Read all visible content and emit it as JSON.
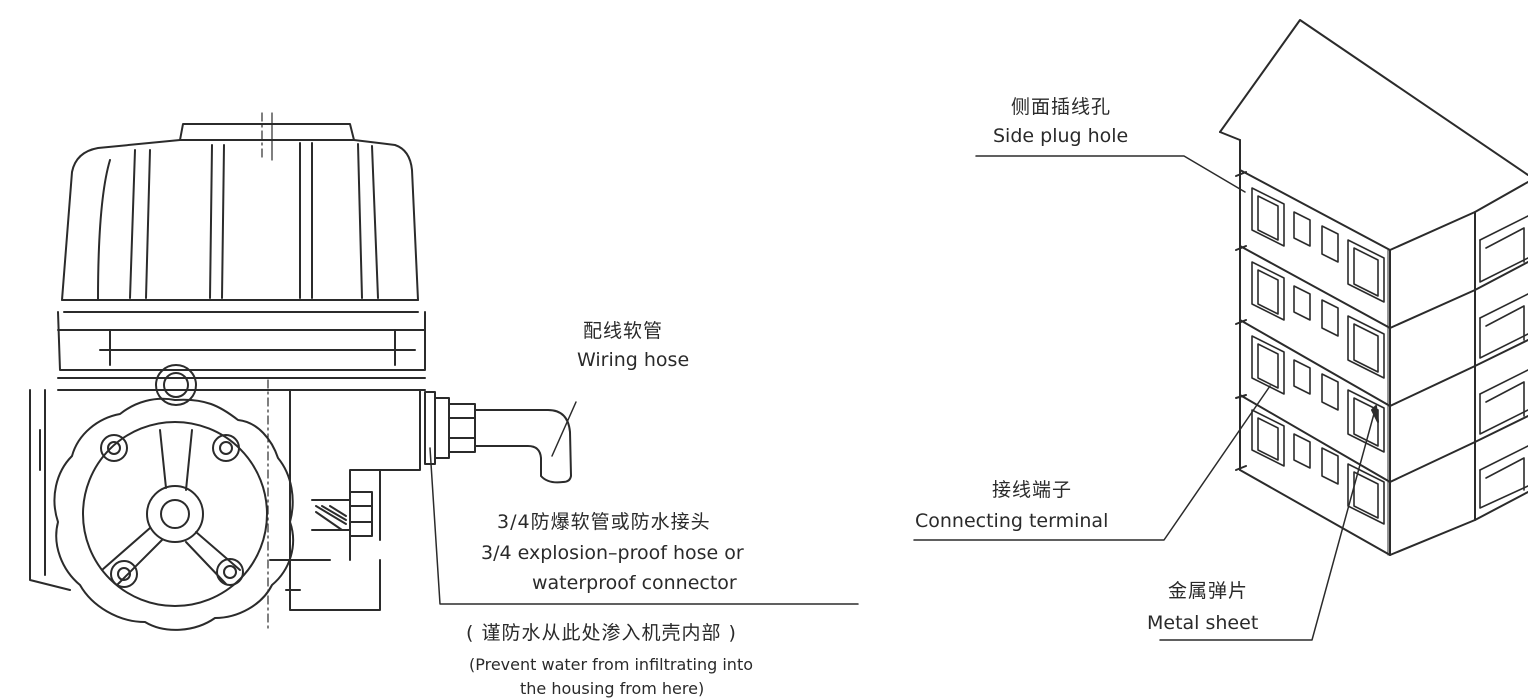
{
  "left_figure": {
    "wiring_hose": {
      "cn": "配线软管",
      "en": "Wiring hose"
    },
    "connector": {
      "cn": "3/4防爆软管或防水接头",
      "en_line1": "3/4 explosion–proof hose or",
      "en_line2": "waterproof connector"
    },
    "warning": {
      "cn": "( 谨防水从此处渗入机壳内部 )",
      "en_line1": "(Prevent water from infiltrating into",
      "en_line2": "the housing from here)"
    }
  },
  "right_figure": {
    "side_plug_hole": {
      "cn": "侧面插线孔",
      "en": "Side plug hole"
    },
    "connecting_terminal": {
      "cn": "接线端子",
      "en": "Connecting terminal"
    },
    "metal_sheet": {
      "cn": "金属弹片",
      "en": "Metal sheet"
    }
  },
  "colors": {
    "line": "#2b2b2b",
    "background": "#ffffff",
    "hatch": "#9a9a9a"
  }
}
